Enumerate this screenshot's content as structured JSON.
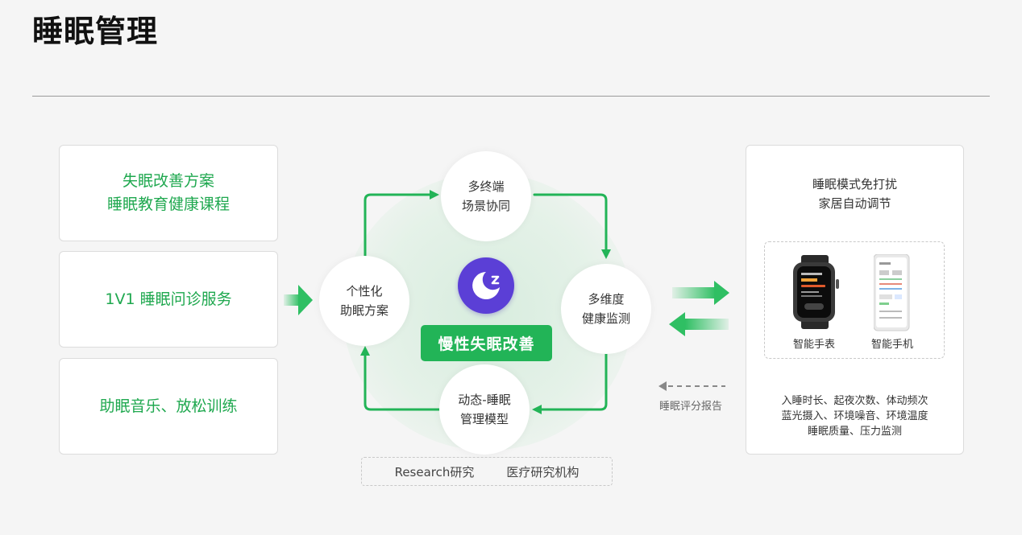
{
  "page": {
    "title": "睡眠管理"
  },
  "left_cards": [
    {
      "lines": [
        "失眠改善方案",
        "睡眠教育健康课程"
      ]
    },
    {
      "lines": [
        "1V1 睡眠问诊服务"
      ]
    },
    {
      "lines": [
        "助眠音乐、放松训练"
      ]
    }
  ],
  "cycle": {
    "top": [
      "多终端",
      "场景协同"
    ],
    "right": [
      "多维度",
      "健康监测"
    ],
    "bottom": [
      "动态-睡眠",
      "管理模型"
    ],
    "left": [
      "个性化",
      "助眠方案"
    ],
    "core": "慢性失眠改善"
  },
  "research": [
    "Research研究",
    "医疗研究机构"
  ],
  "report_label": "睡眠评分报告",
  "right_panel": {
    "top_lines": [
      "睡眠模式免打扰",
      "家居自动调节"
    ],
    "devices": [
      {
        "label": "智能手表"
      },
      {
        "label": "智能手机"
      }
    ],
    "bottom_lines": [
      "入睡时长、起夜次数、体动频次",
      "蓝光摄入、环境噪音、环境温度",
      "睡眠质量、压力监测"
    ]
  },
  "colors": {
    "accent_green": "#22b457",
    "text_green": "#1fa84f",
    "moon_purple": "#5b3fd6",
    "background": "#f5f5f5"
  }
}
